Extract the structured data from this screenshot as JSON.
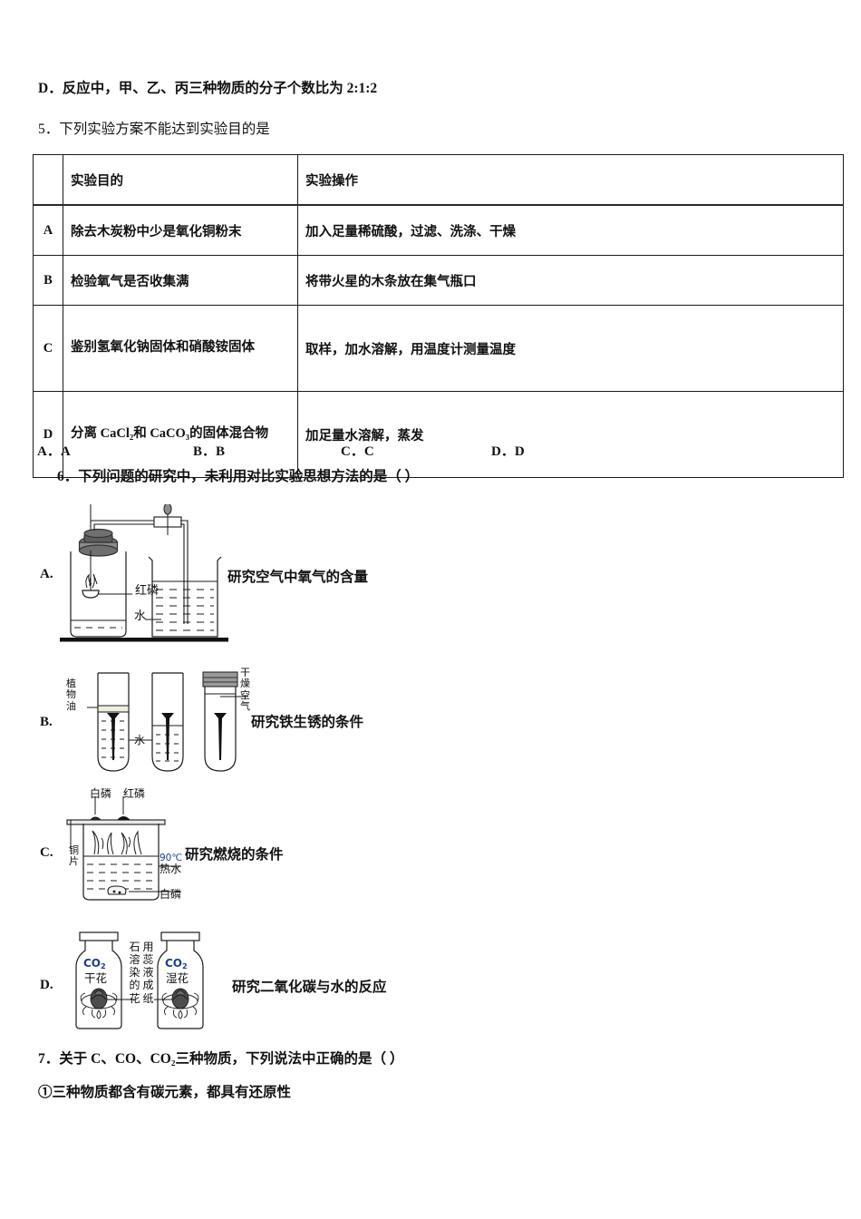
{
  "page": {
    "q4_option_d": "D．反应中，甲、乙、丙三种物质的分子个数比为 2:1:2",
    "q5_stem": "5．下列实验方案不能达到实验目的是",
    "q6_stem": "6．下列问题的研究中，未利用对比实验思想方法的是（    ）",
    "q7_stem": "7．关于 C、CO、CO₂三种物质，下列说法中正确的是（    ）",
    "q7_item1": "①三种物质都含有碳元素，都具有还原性"
  },
  "table": {
    "headers": [
      "",
      "实验目的",
      "实验操作"
    ],
    "rows": [
      {
        "label": "A",
        "purpose": "除去木炭粉中少是氧化铜粉末",
        "operation": "加入足量稀硫酸，过滤、洗涤、干燥"
      },
      {
        "label": "B",
        "purpose": "检验氧气是否收集满",
        "operation": "将带火星的木条放在集气瓶口"
      },
      {
        "label": "C",
        "purpose": "鉴别氢氧化钠固体和硝酸铵固体",
        "operation": "取样，加水溶解，用温度计测量温度"
      },
      {
        "label": "D",
        "purpose": "分离 CaCl₂和 CaCO₃的固体混合物",
        "operation": "加足量水溶解，蒸发"
      }
    ]
  },
  "answers_q5": [
    "A．A",
    "B．B",
    "C．C",
    "D．D"
  ],
  "q6_options": [
    {
      "letter": "A.",
      "description": "研究空气中氧气的含量",
      "labels": {
        "red_phosphorus": "红磷",
        "water": "水"
      }
    },
    {
      "letter": "B.",
      "description": "研究铁生锈的条件",
      "labels": {
        "vegetable_oil": "植物油",
        "water": "水",
        "dry_air": "干燥空气"
      }
    },
    {
      "letter": "C.",
      "description": "研究燃烧的条件",
      "labels": {
        "white_phosphorus_top": "白磷",
        "red_phosphorus_top": "红磷",
        "copper_sheet": "铜片",
        "temperature": "90℃",
        "hot_water": "热水",
        "white_phosphorus_bottom": "白磷"
      }
    },
    {
      "letter": "D.",
      "description": "研究二氧化碳与水的反应",
      "labels": {
        "jar1_gas": "CO",
        "jar1_sub": "2",
        "jar1_flower": "干花",
        "jar2_gas": "CO",
        "jar2_sub": "2",
        "jar2_flower": "湿花",
        "note_col_right": "石溶染的花",
        "note_col_left": "用蕊液成纸"
      }
    }
  ],
  "colors": {
    "ink": "#111111",
    "rule": "#1a1a1a",
    "glass": "#3a3a3a",
    "stopper": "#6b6b6b"
  }
}
